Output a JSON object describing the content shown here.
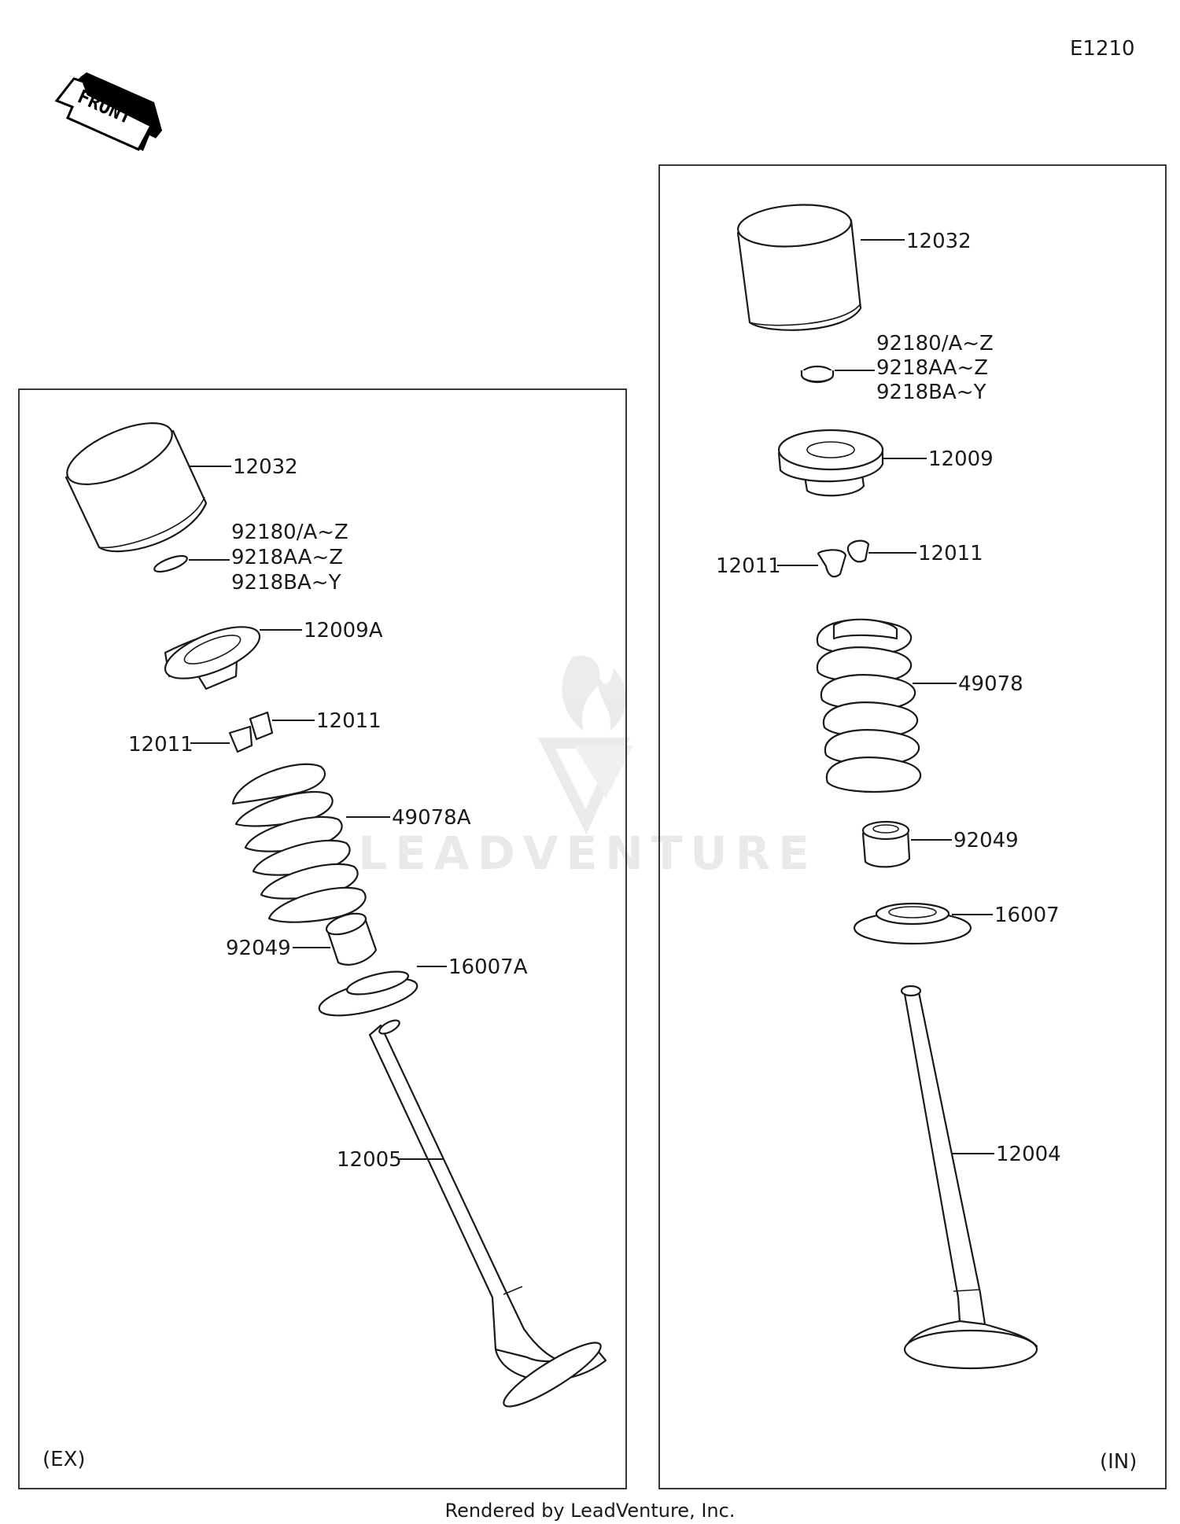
{
  "diagram_code": "E1210",
  "front_label": "FRONT",
  "footer": "Rendered by LeadVenture, Inc.",
  "watermark": "LEADVENTURE",
  "panels": {
    "ex": {
      "tag": "(EX)",
      "labels": {
        "tappet": "12032",
        "shim_1": "92180/A~Z",
        "shim_2": "9218AA~Z",
        "shim_3": "9218BA~Y",
        "retainer": "12009A",
        "cotter_right": "12011",
        "cotter_left": "12011",
        "spring": "49078A",
        "seal": "92049",
        "seat": "16007A",
        "valve": "12005"
      }
    },
    "in": {
      "tag": "(IN)",
      "labels": {
        "tappet": "12032",
        "shim_1": "92180/A~Z",
        "shim_2": "9218AA~Z",
        "shim_3": "9218BA~Y",
        "retainer": "12009",
        "cotter_right": "12011",
        "cotter_left": "12011",
        "spring": "49078",
        "seal": "92049",
        "seat": "16007",
        "valve": "12004"
      }
    }
  }
}
